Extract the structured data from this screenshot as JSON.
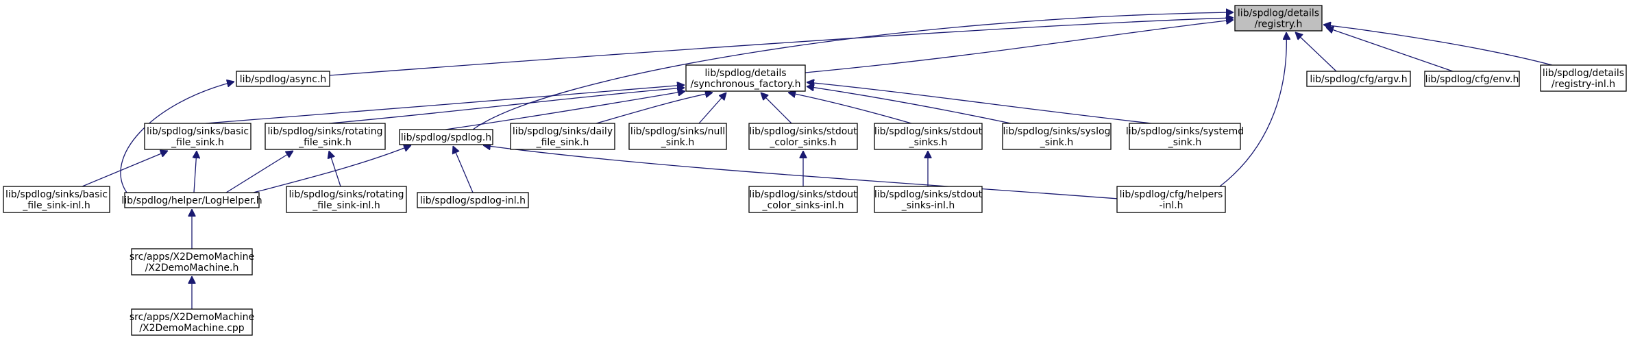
{
  "colors": {
    "edge": "#191970",
    "node_fill": "#ffffff",
    "highlight_fill": "#bfbfbf",
    "border": "#000000"
  },
  "nodes": [
    {
      "id": "registry",
      "lines": [
        "lib/spdlog/details",
        "/registry.h"
      ],
      "highlight": true
    },
    {
      "id": "async",
      "lines": [
        "lib/spdlog/async.h"
      ]
    },
    {
      "id": "sync_factory",
      "lines": [
        "lib/spdlog/details",
        "/synchronous_factory.h"
      ]
    },
    {
      "id": "argv",
      "lines": [
        "lib/spdlog/cfg/argv.h"
      ]
    },
    {
      "id": "env",
      "lines": [
        "lib/spdlog/cfg/env.h"
      ]
    },
    {
      "id": "registry_inl",
      "lines": [
        "lib/spdlog/details",
        "/registry-inl.h"
      ]
    },
    {
      "id": "basic_file",
      "lines": [
        "lib/spdlog/sinks/basic",
        "_file_sink.h"
      ]
    },
    {
      "id": "rotating_file",
      "lines": [
        "lib/spdlog/sinks/rotating",
        "_file_sink.h"
      ]
    },
    {
      "id": "spdlog",
      "lines": [
        "lib/spdlog/spdlog.h"
      ]
    },
    {
      "id": "daily_file",
      "lines": [
        "lib/spdlog/sinks/daily",
        "_file_sink.h"
      ]
    },
    {
      "id": "null_sink",
      "lines": [
        "lib/spdlog/sinks/null",
        "_sink.h"
      ]
    },
    {
      "id": "stdout_color",
      "lines": [
        "lib/spdlog/sinks/stdout",
        "_color_sinks.h"
      ]
    },
    {
      "id": "stdout_sinks",
      "lines": [
        "lib/spdlog/sinks/stdout",
        "_sinks.h"
      ]
    },
    {
      "id": "syslog",
      "lines": [
        "lib/spdlog/sinks/syslog",
        "_sink.h"
      ]
    },
    {
      "id": "systemd",
      "lines": [
        "lib/spdlog/sinks/systemd",
        "_sink.h"
      ]
    },
    {
      "id": "basic_file_inl",
      "lines": [
        "lib/spdlog/sinks/basic",
        "_file_sink-inl.h"
      ]
    },
    {
      "id": "loghelper",
      "lines": [
        "lib/spdlog/helper/LogHelper.h"
      ]
    },
    {
      "id": "rotating_inl",
      "lines": [
        "lib/spdlog/sinks/rotating",
        "_file_sink-inl.h"
      ]
    },
    {
      "id": "spdlog_inl",
      "lines": [
        "lib/spdlog/spdlog-inl.h"
      ]
    },
    {
      "id": "stdout_color_inl",
      "lines": [
        "lib/spdlog/sinks/stdout",
        "_color_sinks-inl.h"
      ]
    },
    {
      "id": "stdout_sinks_inl",
      "lines": [
        "lib/spdlog/sinks/stdout",
        "_sinks-inl.h"
      ]
    },
    {
      "id": "helpers_inl",
      "lines": [
        "lib/spdlog/cfg/helpers",
        "-inl.h"
      ]
    },
    {
      "id": "x2demo_h",
      "lines": [
        "src/apps/X2DemoMachine",
        "/X2DemoMachine.h"
      ]
    },
    {
      "id": "x2demo_cpp",
      "lines": [
        "src/apps/X2DemoMachine",
        "/X2DemoMachine.cpp"
      ]
    }
  ],
  "edges": [
    {
      "from": "async",
      "to": "registry"
    },
    {
      "from": "sync_factory",
      "to": "registry"
    },
    {
      "from": "spdlog",
      "to": "registry"
    },
    {
      "from": "argv",
      "to": "registry"
    },
    {
      "from": "env",
      "to": "registry"
    },
    {
      "from": "registry_inl",
      "to": "registry"
    },
    {
      "from": "helpers_inl",
      "to": "registry"
    },
    {
      "from": "basic_file",
      "to": "sync_factory"
    },
    {
      "from": "rotating_file",
      "to": "sync_factory"
    },
    {
      "from": "spdlog",
      "to": "sync_factory"
    },
    {
      "from": "daily_file",
      "to": "sync_factory"
    },
    {
      "from": "null_sink",
      "to": "sync_factory"
    },
    {
      "from": "stdout_color",
      "to": "sync_factory"
    },
    {
      "from": "stdout_sinks",
      "to": "sync_factory"
    },
    {
      "from": "syslog",
      "to": "sync_factory"
    },
    {
      "from": "systemd",
      "to": "sync_factory"
    },
    {
      "from": "loghelper",
      "to": "async"
    },
    {
      "from": "basic_file_inl",
      "to": "basic_file"
    },
    {
      "from": "loghelper",
      "to": "basic_file"
    },
    {
      "from": "loghelper",
      "to": "rotating_file"
    },
    {
      "from": "rotating_inl",
      "to": "rotating_file"
    },
    {
      "from": "loghelper",
      "to": "spdlog"
    },
    {
      "from": "spdlog_inl",
      "to": "spdlog"
    },
    {
      "from": "helpers_inl",
      "to": "spdlog"
    },
    {
      "from": "stdout_color_inl",
      "to": "stdout_color"
    },
    {
      "from": "stdout_sinks_inl",
      "to": "stdout_sinks"
    },
    {
      "from": "x2demo_h",
      "to": "loghelper"
    },
    {
      "from": "x2demo_cpp",
      "to": "x2demo_h"
    }
  ]
}
